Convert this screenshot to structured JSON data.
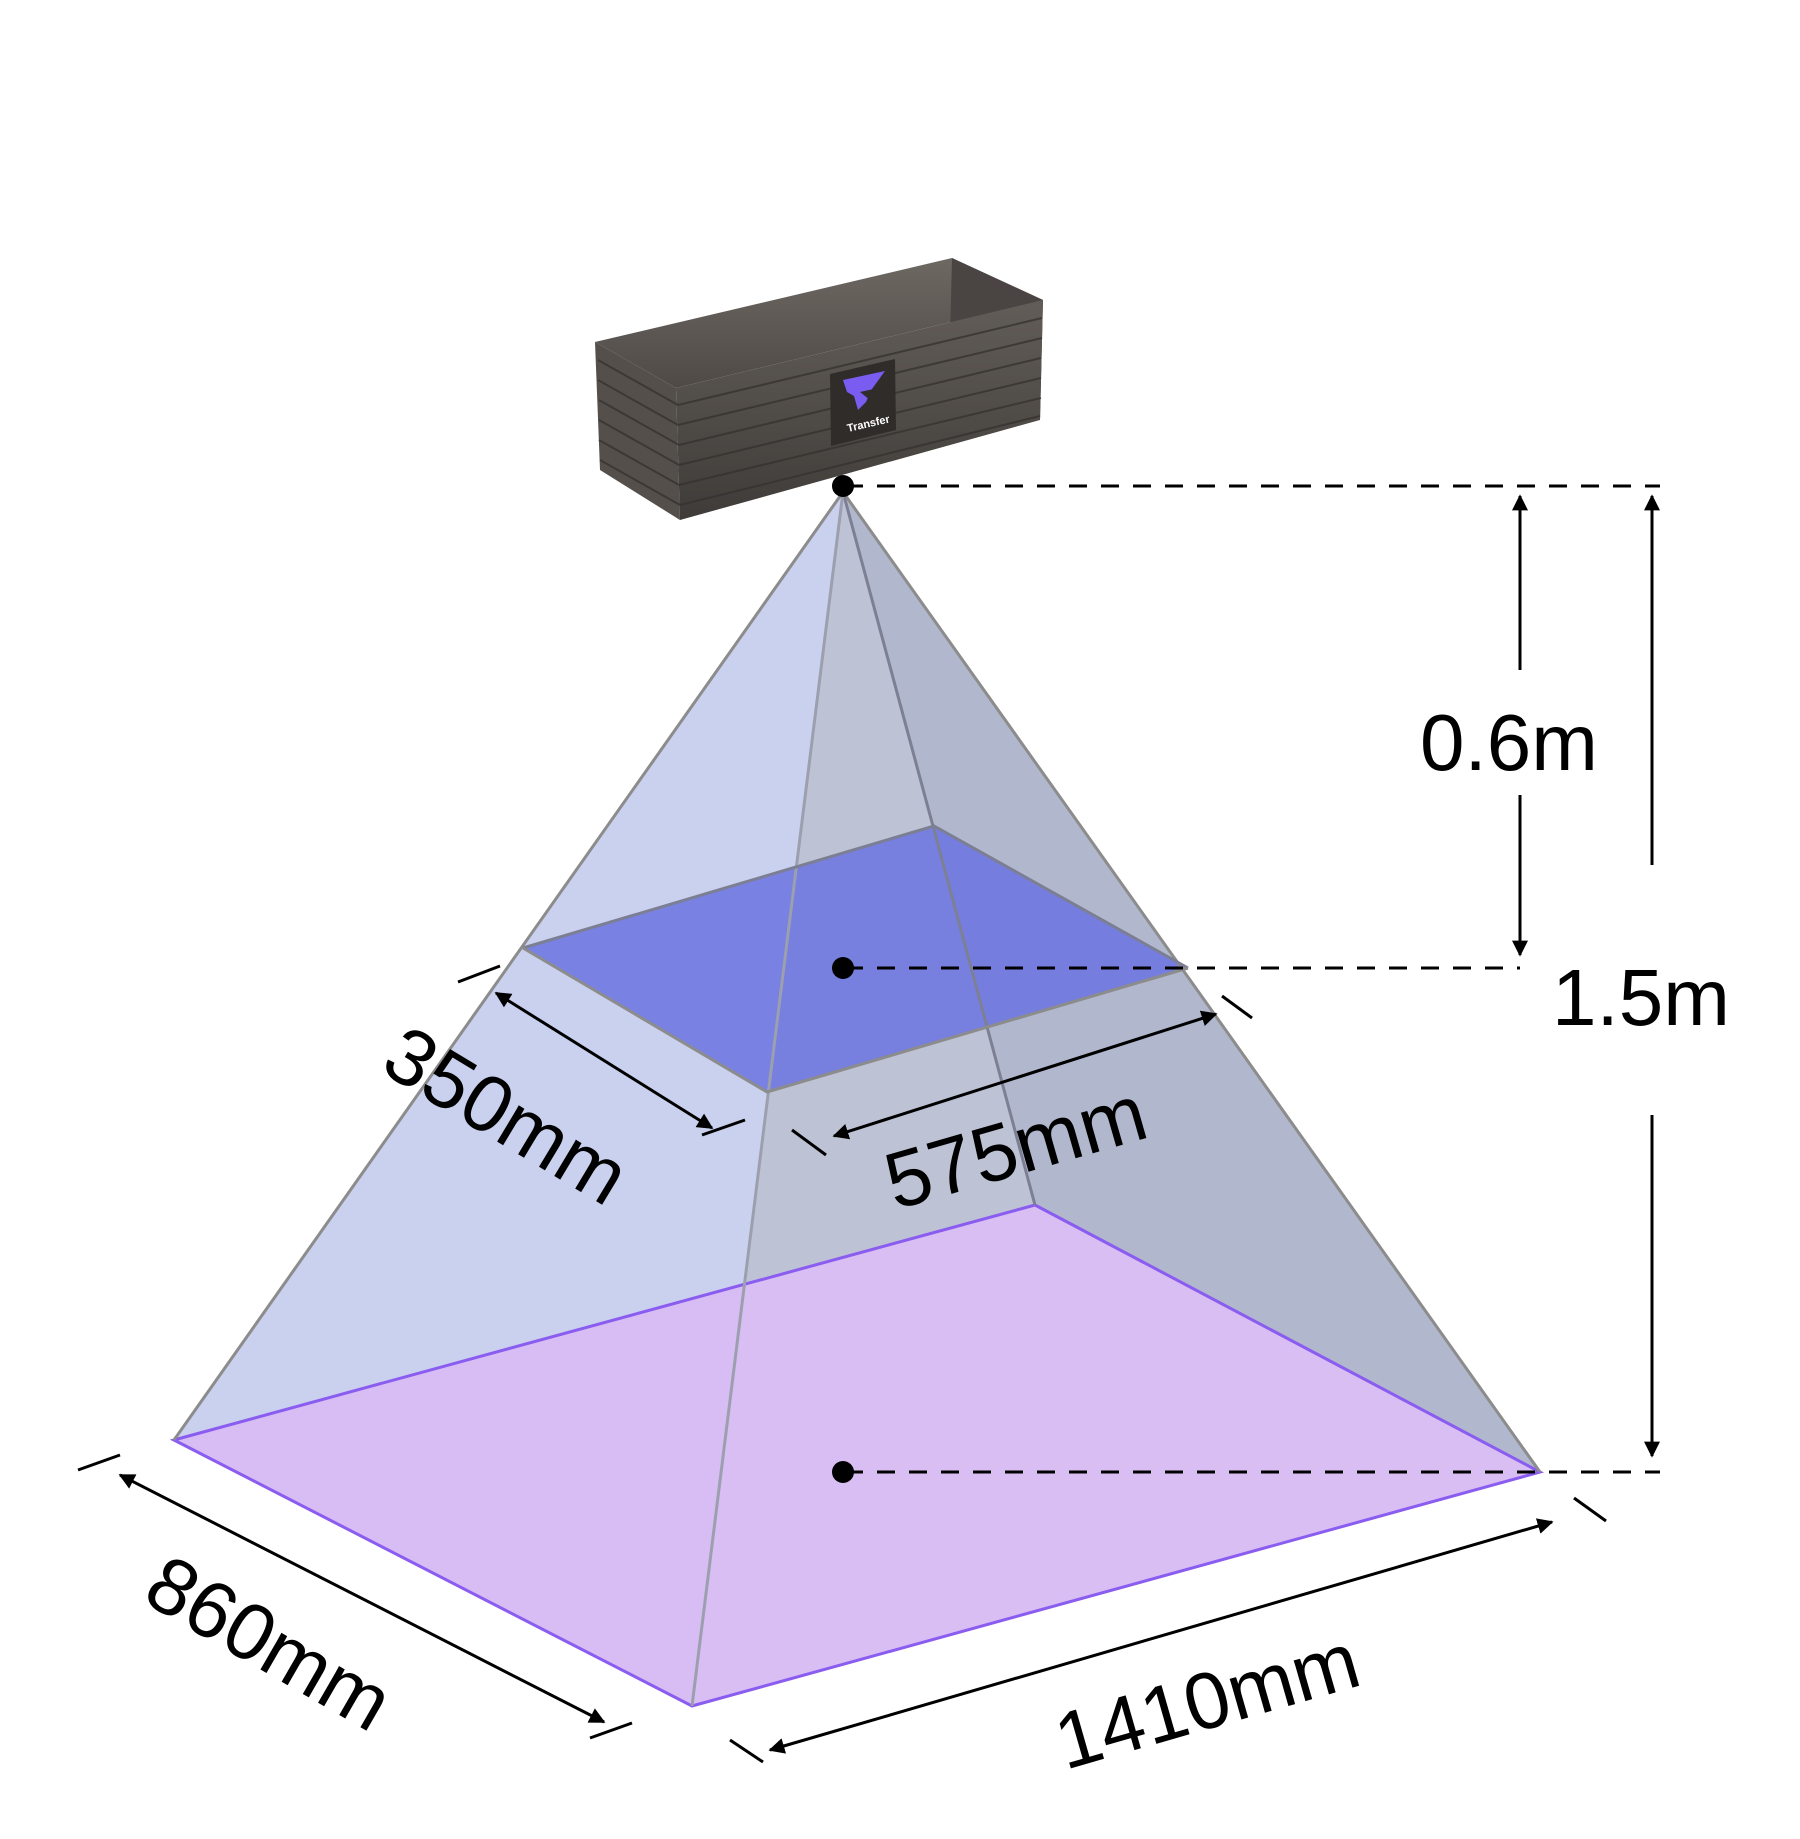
{
  "camera": {
    "brand": "Transfer"
  },
  "dimensions": {
    "height_near": "0.6m",
    "height_far": "1.5m",
    "near_depth": "350mm",
    "near_width": "575mm",
    "far_depth": "860mm",
    "far_width": "1410mm"
  },
  "colors": {
    "near_plane": "#6b73e0",
    "far_plane": "#d6b4f2",
    "far_plane_edge": "#8a5cf0",
    "frustum_face_light": "#c8d0ec",
    "frustum_face_dark": "#a6adc4",
    "frustum_edge": "#8c8c8c",
    "camera_body": "#595450",
    "logo_accent": "#7a5cf0"
  }
}
